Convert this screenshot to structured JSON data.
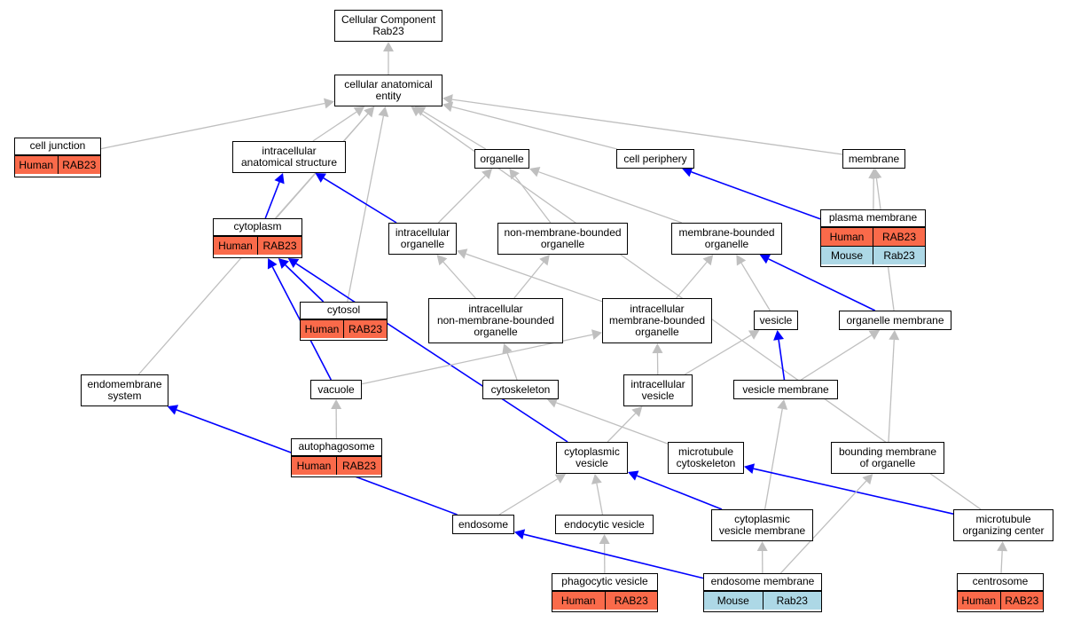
{
  "colors": {
    "human": "#fa6a4a",
    "mouse": "#add8e6",
    "is_a_edge": "#bfbfbf",
    "part_of_edge": "#0000ff"
  },
  "nodes": {
    "root": "Cellular Component\nRab23",
    "cae": "cellular anatomical\nentity",
    "celljunction": "cell junction",
    "ias": "intracellular\nanatomical structure",
    "organelle": "organelle",
    "cellperiphery": "cell periphery",
    "membrane": "membrane",
    "cytoplasm": "cytoplasm",
    "intraorg": "intracellular\norganelle",
    "nmbo": "non-membrane-bounded\norganelle",
    "mbo": "membrane-bounded\norganelle",
    "plasmamembrane": "plasma membrane",
    "cytosol": "cytosol",
    "inmbo": "intracellular\nnon-membrane-bounded\norganelle",
    "imbo": "intracellular\nmembrane-bounded\norganelle",
    "vesicle": "vesicle",
    "orgmembrane": "organelle membrane",
    "endomembrane": "endomembrane\nsystem",
    "vacuole": "vacuole",
    "cytoskeleton": "cytoskeleton",
    "intravesicle": "intracellular\nvesicle",
    "vesmembrane": "vesicle membrane",
    "autophagosome": "autophagosome",
    "cytovesicle": "cytoplasmic\nvesicle",
    "mtcytoskeleton": "microtubule\ncytoskeleton",
    "boundmembrane": "bounding membrane\nof organelle",
    "endosome": "endosome",
    "endocytic": "endocytic vesicle",
    "cvm": "cytoplasmic\nvesicle membrane",
    "mtoc": "microtubule\norganizing center",
    "phagocytic": "phagocytic vesicle",
    "endosomemembrane": "endosome membrane",
    "centrosome": "centrosome"
  },
  "annotations": {
    "celljunction": [
      {
        "species": "Human",
        "gene": "RAB23"
      }
    ],
    "cytoplasm": [
      {
        "species": "Human",
        "gene": "RAB23"
      }
    ],
    "plasmamembrane": [
      {
        "species": "Human",
        "gene": "RAB23"
      },
      {
        "species": "Mouse",
        "gene": "Rab23"
      }
    ],
    "cytosol": [
      {
        "species": "Human",
        "gene": "RAB23"
      }
    ],
    "autophagosome": [
      {
        "species": "Human",
        "gene": "RAB23"
      }
    ],
    "phagocytic": [
      {
        "species": "Human",
        "gene": "RAB23"
      }
    ],
    "endosomemembrane": [
      {
        "species": "Mouse",
        "gene": "Rab23"
      }
    ],
    "centrosome": [
      {
        "species": "Human",
        "gene": "RAB23"
      }
    ]
  },
  "edges": [
    {
      "from": "cae",
      "to": "root",
      "type": "is_a"
    },
    {
      "from": "celljunction",
      "to": "cae",
      "type": "is_a"
    },
    {
      "from": "ias",
      "to": "cae",
      "type": "is_a"
    },
    {
      "from": "organelle",
      "to": "cae",
      "type": "is_a"
    },
    {
      "from": "cellperiphery",
      "to": "cae",
      "type": "is_a"
    },
    {
      "from": "membrane",
      "to": "cae",
      "type": "is_a"
    },
    {
      "from": "cytoplasm",
      "to": "cae",
      "type": "is_a"
    },
    {
      "from": "cytosol",
      "to": "cae",
      "type": "is_a"
    },
    {
      "from": "endomembrane",
      "to": "cae",
      "type": "is_a"
    },
    {
      "from": "mtoc",
      "to": "cae",
      "type": "is_a"
    },
    {
      "from": "cytoplasm",
      "to": "ias",
      "type": "part_of"
    },
    {
      "from": "intraorg",
      "to": "ias",
      "type": "part_of"
    },
    {
      "from": "intraorg",
      "to": "organelle",
      "type": "is_a"
    },
    {
      "from": "nmbo",
      "to": "organelle",
      "type": "is_a"
    },
    {
      "from": "mbo",
      "to": "organelle",
      "type": "is_a"
    },
    {
      "from": "plasmamembrane",
      "to": "cellperiphery",
      "type": "part_of"
    },
    {
      "from": "plasmamembrane",
      "to": "membrane",
      "type": "is_a"
    },
    {
      "from": "orgmembrane",
      "to": "membrane",
      "type": "is_a"
    },
    {
      "from": "cytosol",
      "to": "cytoplasm",
      "type": "part_of"
    },
    {
      "from": "vacuole",
      "to": "cytoplasm",
      "type": "part_of"
    },
    {
      "from": "cytovesicle",
      "to": "cytoplasm",
      "type": "part_of"
    },
    {
      "from": "inmbo",
      "to": "intraorg",
      "type": "is_a"
    },
    {
      "from": "imbo",
      "to": "intraorg",
      "type": "is_a"
    },
    {
      "from": "inmbo",
      "to": "nmbo",
      "type": "is_a"
    },
    {
      "from": "imbo",
      "to": "mbo",
      "type": "is_a"
    },
    {
      "from": "vesicle",
      "to": "mbo",
      "type": "is_a"
    },
    {
      "from": "orgmembrane",
      "to": "mbo",
      "type": "part_of"
    },
    {
      "from": "vacuole",
      "to": "imbo",
      "type": "is_a"
    },
    {
      "from": "intravesicle",
      "to": "imbo",
      "type": "is_a"
    },
    {
      "from": "cytoskeleton",
      "to": "inmbo",
      "type": "is_a"
    },
    {
      "from": "intravesicle",
      "to": "vesicle",
      "type": "is_a"
    },
    {
      "from": "vesmembrane",
      "to": "vesicle",
      "type": "part_of"
    },
    {
      "from": "vesmembrane",
      "to": "orgmembrane",
      "type": "is_a"
    },
    {
      "from": "boundmembrane",
      "to": "orgmembrane",
      "type": "is_a"
    },
    {
      "from": "autophagosome",
      "to": "vacuole",
      "type": "is_a"
    },
    {
      "from": "mtcytoskeleton",
      "to": "cytoskeleton",
      "type": "is_a"
    },
    {
      "from": "cytovesicle",
      "to": "intravesicle",
      "type": "is_a"
    },
    {
      "from": "cvm",
      "to": "vesmembrane",
      "type": "is_a"
    },
    {
      "from": "endosome",
      "to": "endomembrane",
      "type": "part_of"
    },
    {
      "from": "endosome",
      "to": "cytovesicle",
      "type": "is_a"
    },
    {
      "from": "endocytic",
      "to": "cytovesicle",
      "type": "is_a"
    },
    {
      "from": "cvm",
      "to": "cytovesicle",
      "type": "part_of"
    },
    {
      "from": "mtoc",
      "to": "mtcytoskeleton",
      "type": "part_of"
    },
    {
      "from": "endosomemembrane",
      "to": "boundmembrane",
      "type": "is_a"
    },
    {
      "from": "phagocytic",
      "to": "endocytic",
      "type": "is_a"
    },
    {
      "from": "endosomemembrane",
      "to": "endosome",
      "type": "part_of"
    },
    {
      "from": "endosomemembrane",
      "to": "cvm",
      "type": "is_a"
    },
    {
      "from": "centrosome",
      "to": "mtoc",
      "type": "is_a"
    }
  ]
}
